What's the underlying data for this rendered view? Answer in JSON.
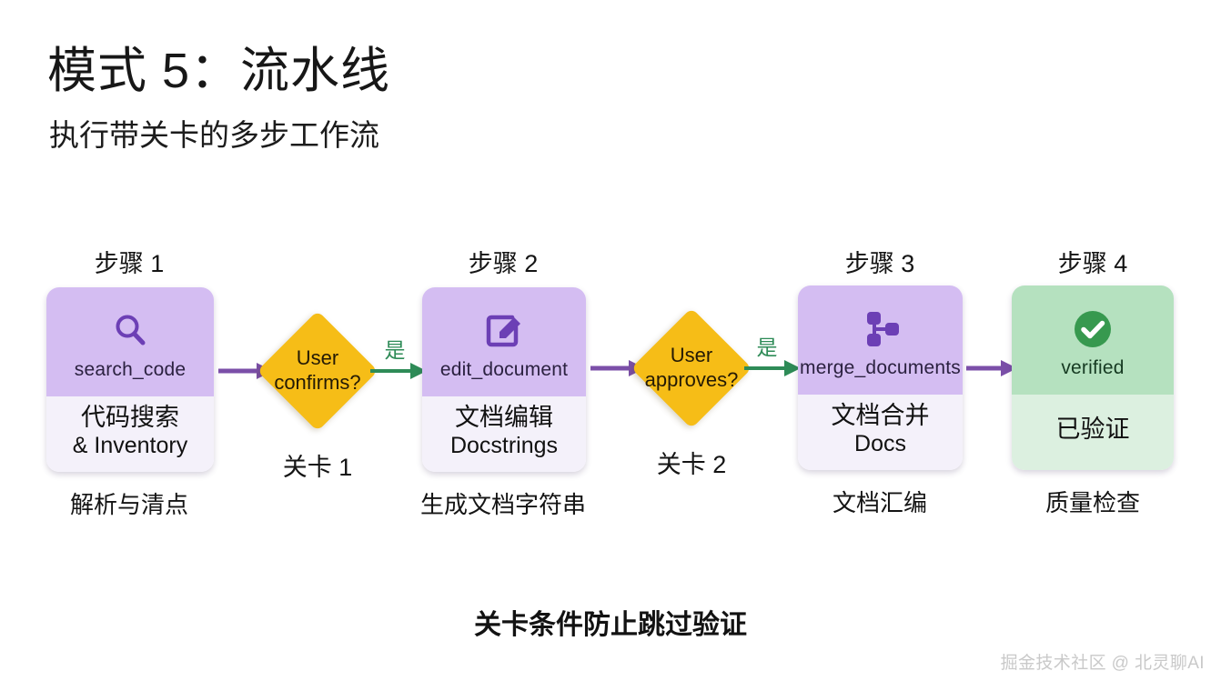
{
  "header": {
    "title": "模式 5：流水线",
    "subtitle": "执行带关卡的多步工作流"
  },
  "diagram": {
    "type": "flowchart",
    "direction": "left-to-right",
    "colors": {
      "node_header_purple": "#d4bdf2",
      "node_body_purple": "#f4f1fa",
      "node_header_green": "#b5e1bf",
      "node_body_green": "#dcf0e0",
      "gate_amber": "#f6bd17",
      "arrow_purple": "#7b4fa8",
      "arrow_green": "#2e8b57",
      "icon_purple": "#6c3fb5",
      "check_green": "#37994f"
    },
    "steps": [
      {
        "label": "步骤 1",
        "icon": "magnifier-icon",
        "code": "search_code",
        "line1": "代码搜索",
        "line2": "& Inventory",
        "caption": "解析与清点"
      },
      {
        "label": "步骤 2",
        "icon": "edit-pencil-icon",
        "code": "edit_document",
        "line1": "文档编辑",
        "line2": "Docstrings",
        "caption": "生成文档字符串"
      },
      {
        "label": "步骤 3",
        "icon": "merge-nodes-icon",
        "code": "merge_documents",
        "line1": "文档合并",
        "line2": "Docs",
        "caption": "文档汇编"
      },
      {
        "label": "步骤 4",
        "icon": "check-circle-icon",
        "code": "verified",
        "line1": "已验证",
        "line2": "",
        "caption": "质量检查"
      }
    ],
    "gates": [
      {
        "text_line1": "User",
        "text_line2": "confirms?",
        "caption": "关卡 1",
        "edge_label": "是"
      },
      {
        "text_line1": "User",
        "text_line2": "approves?",
        "caption": "关卡 2",
        "edge_label": "是"
      }
    ]
  },
  "footer": {
    "note": "关卡条件防止跳过验证",
    "watermark": "掘金技术社区 @ 北灵聊AI"
  }
}
